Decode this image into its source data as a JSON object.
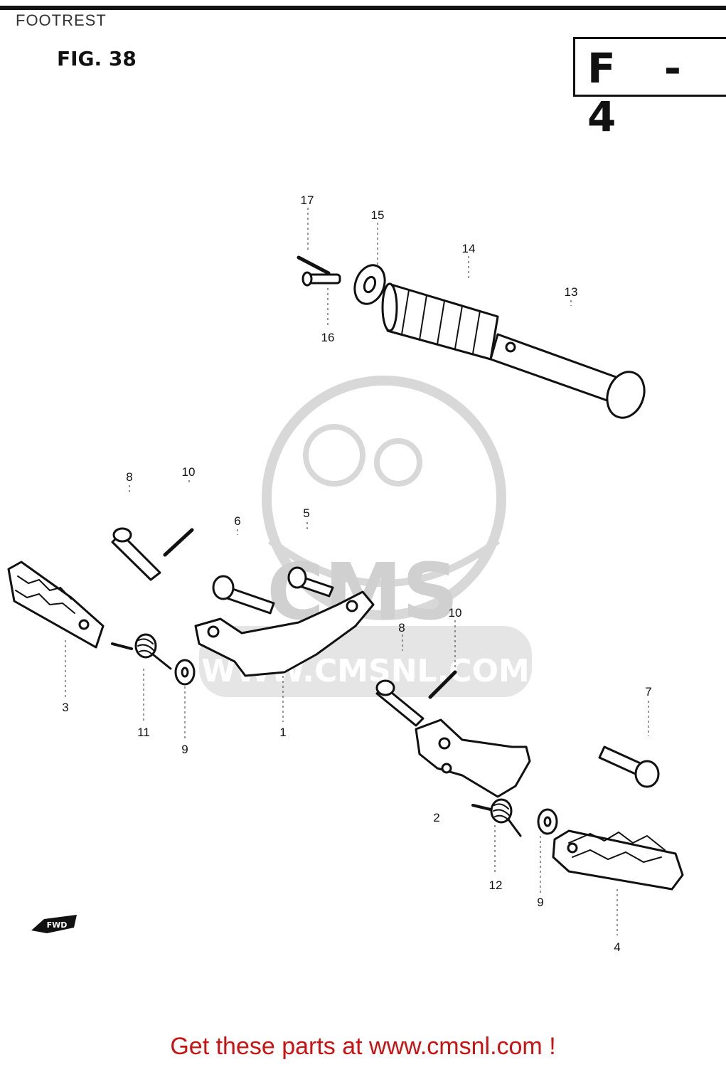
{
  "header": {
    "section_title": "FOOTREST",
    "fig_label": "FIG. 38",
    "code_label": "F - 4"
  },
  "callouts": [
    {
      "id": "c17",
      "label": "17"
    },
    {
      "id": "c15",
      "label": "15"
    },
    {
      "id": "c14",
      "label": "14"
    },
    {
      "id": "c13",
      "label": "13"
    },
    {
      "id": "c16",
      "label": "16"
    },
    {
      "id": "c8a",
      "label": "8"
    },
    {
      "id": "c10a",
      "label": "10"
    },
    {
      "id": "c6",
      "label": "6"
    },
    {
      "id": "c5",
      "label": "5"
    },
    {
      "id": "c10b",
      "label": "10"
    },
    {
      "id": "c8b",
      "label": "8"
    },
    {
      "id": "c3",
      "label": "3"
    },
    {
      "id": "c11",
      "label": "11"
    },
    {
      "id": "c9a",
      "label": "9"
    },
    {
      "id": "c1",
      "label": "1"
    },
    {
      "id": "c7",
      "label": "7"
    },
    {
      "id": "c2",
      "label": "2"
    },
    {
      "id": "c12",
      "label": "12"
    },
    {
      "id": "c9b",
      "label": "9"
    },
    {
      "id": "c4",
      "label": "4"
    }
  ],
  "watermark": {
    "brand": "CMS",
    "url": "WWW.CMSNL.COM"
  },
  "direction_marker": "FWD",
  "footer": {
    "text": "Get these parts at www.cmsnl.com !",
    "color": "#cc1111"
  }
}
